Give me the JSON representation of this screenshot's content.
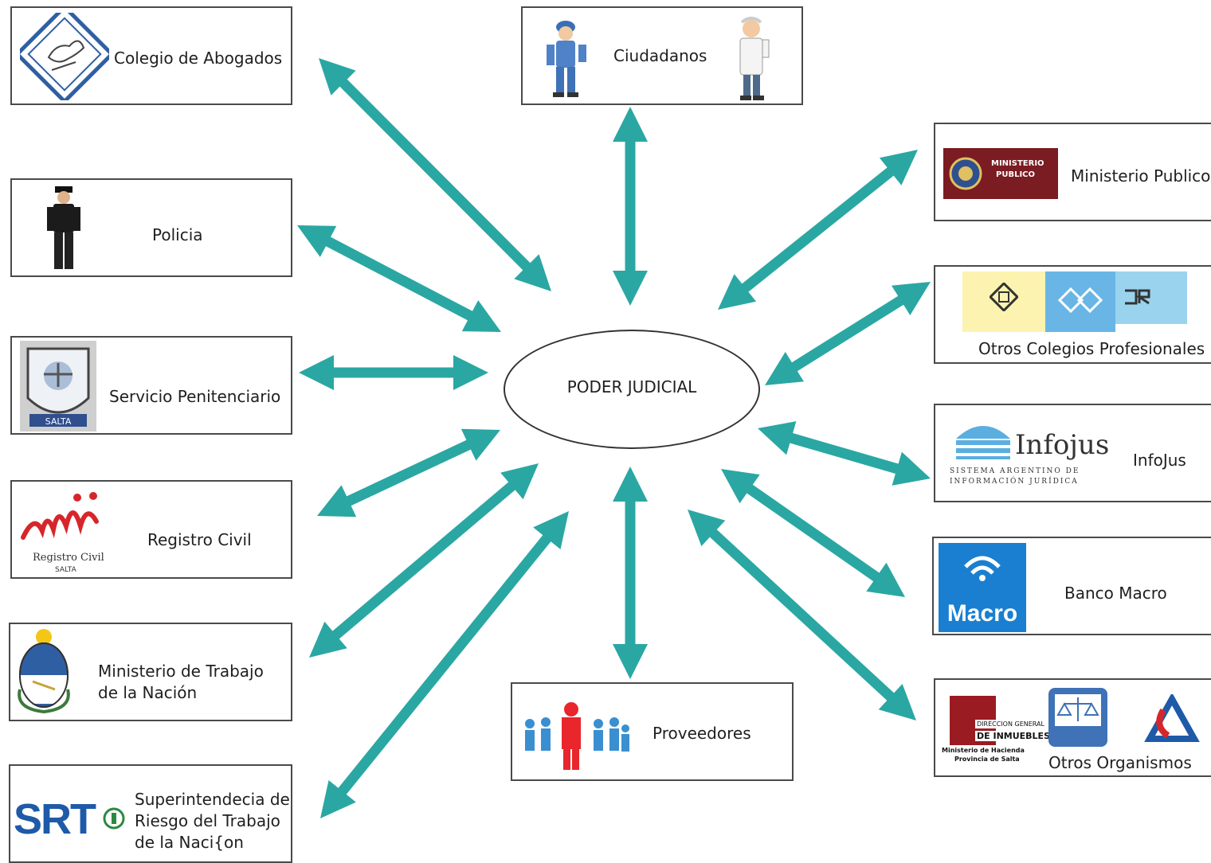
{
  "center": {
    "label": "PODER JUDICIAL"
  },
  "nodes": {
    "colegio_abogados": {
      "label": "Colegio de Abogados"
    },
    "ciudadanos": {
      "label": "Ciudadanos"
    },
    "policia": {
      "label": "Policia"
    },
    "servicio_penitenciario": {
      "label": "Servicio Penitenciario",
      "logo_text": "SALTA"
    },
    "registro_civil": {
      "label": "Registro Civil",
      "logo_caption": "Registro Civil",
      "logo_subcaption": "SALTA"
    },
    "ministerio_trabajo": {
      "label_line1": "Ministerio de  Trabajo",
      "label_line2": "de la Nación"
    },
    "srt": {
      "label_line1": "Superintendecia de",
      "label_line2": "Riesgo del Trabajo",
      "label_line3": "de la Naci{on",
      "logo_text": "SRT"
    },
    "ministerio_publico": {
      "label": "Ministerio Publico",
      "logo_line1": "MINISTERIO",
      "logo_line2": "PUBLICO"
    },
    "otros_colegios": {
      "label": "Otros Colegios Profesionales"
    },
    "infojus": {
      "label": "InfoJus",
      "logo_title": "Infojus",
      "logo_line1": "SISTEMA ARGENTINO DE",
      "logo_line2": "INFORMACIÓN JURÍDICA"
    },
    "banco_macro": {
      "label": "Banco Macro",
      "logo_text": "Macro"
    },
    "proveedores": {
      "label": "Proveedores"
    },
    "otros_organismos": {
      "label": "Otros Organismos",
      "logo1_line1": "DIRECCION GENERAL",
      "logo1_line2": "DE INMUEBLES",
      "logo1_line3": "Ministerio de Hacienda",
      "logo1_line4": "Provincia de Salta"
    }
  },
  "colors": {
    "arrow": "#2aa7a3",
    "border": "#4a4a4a"
  }
}
